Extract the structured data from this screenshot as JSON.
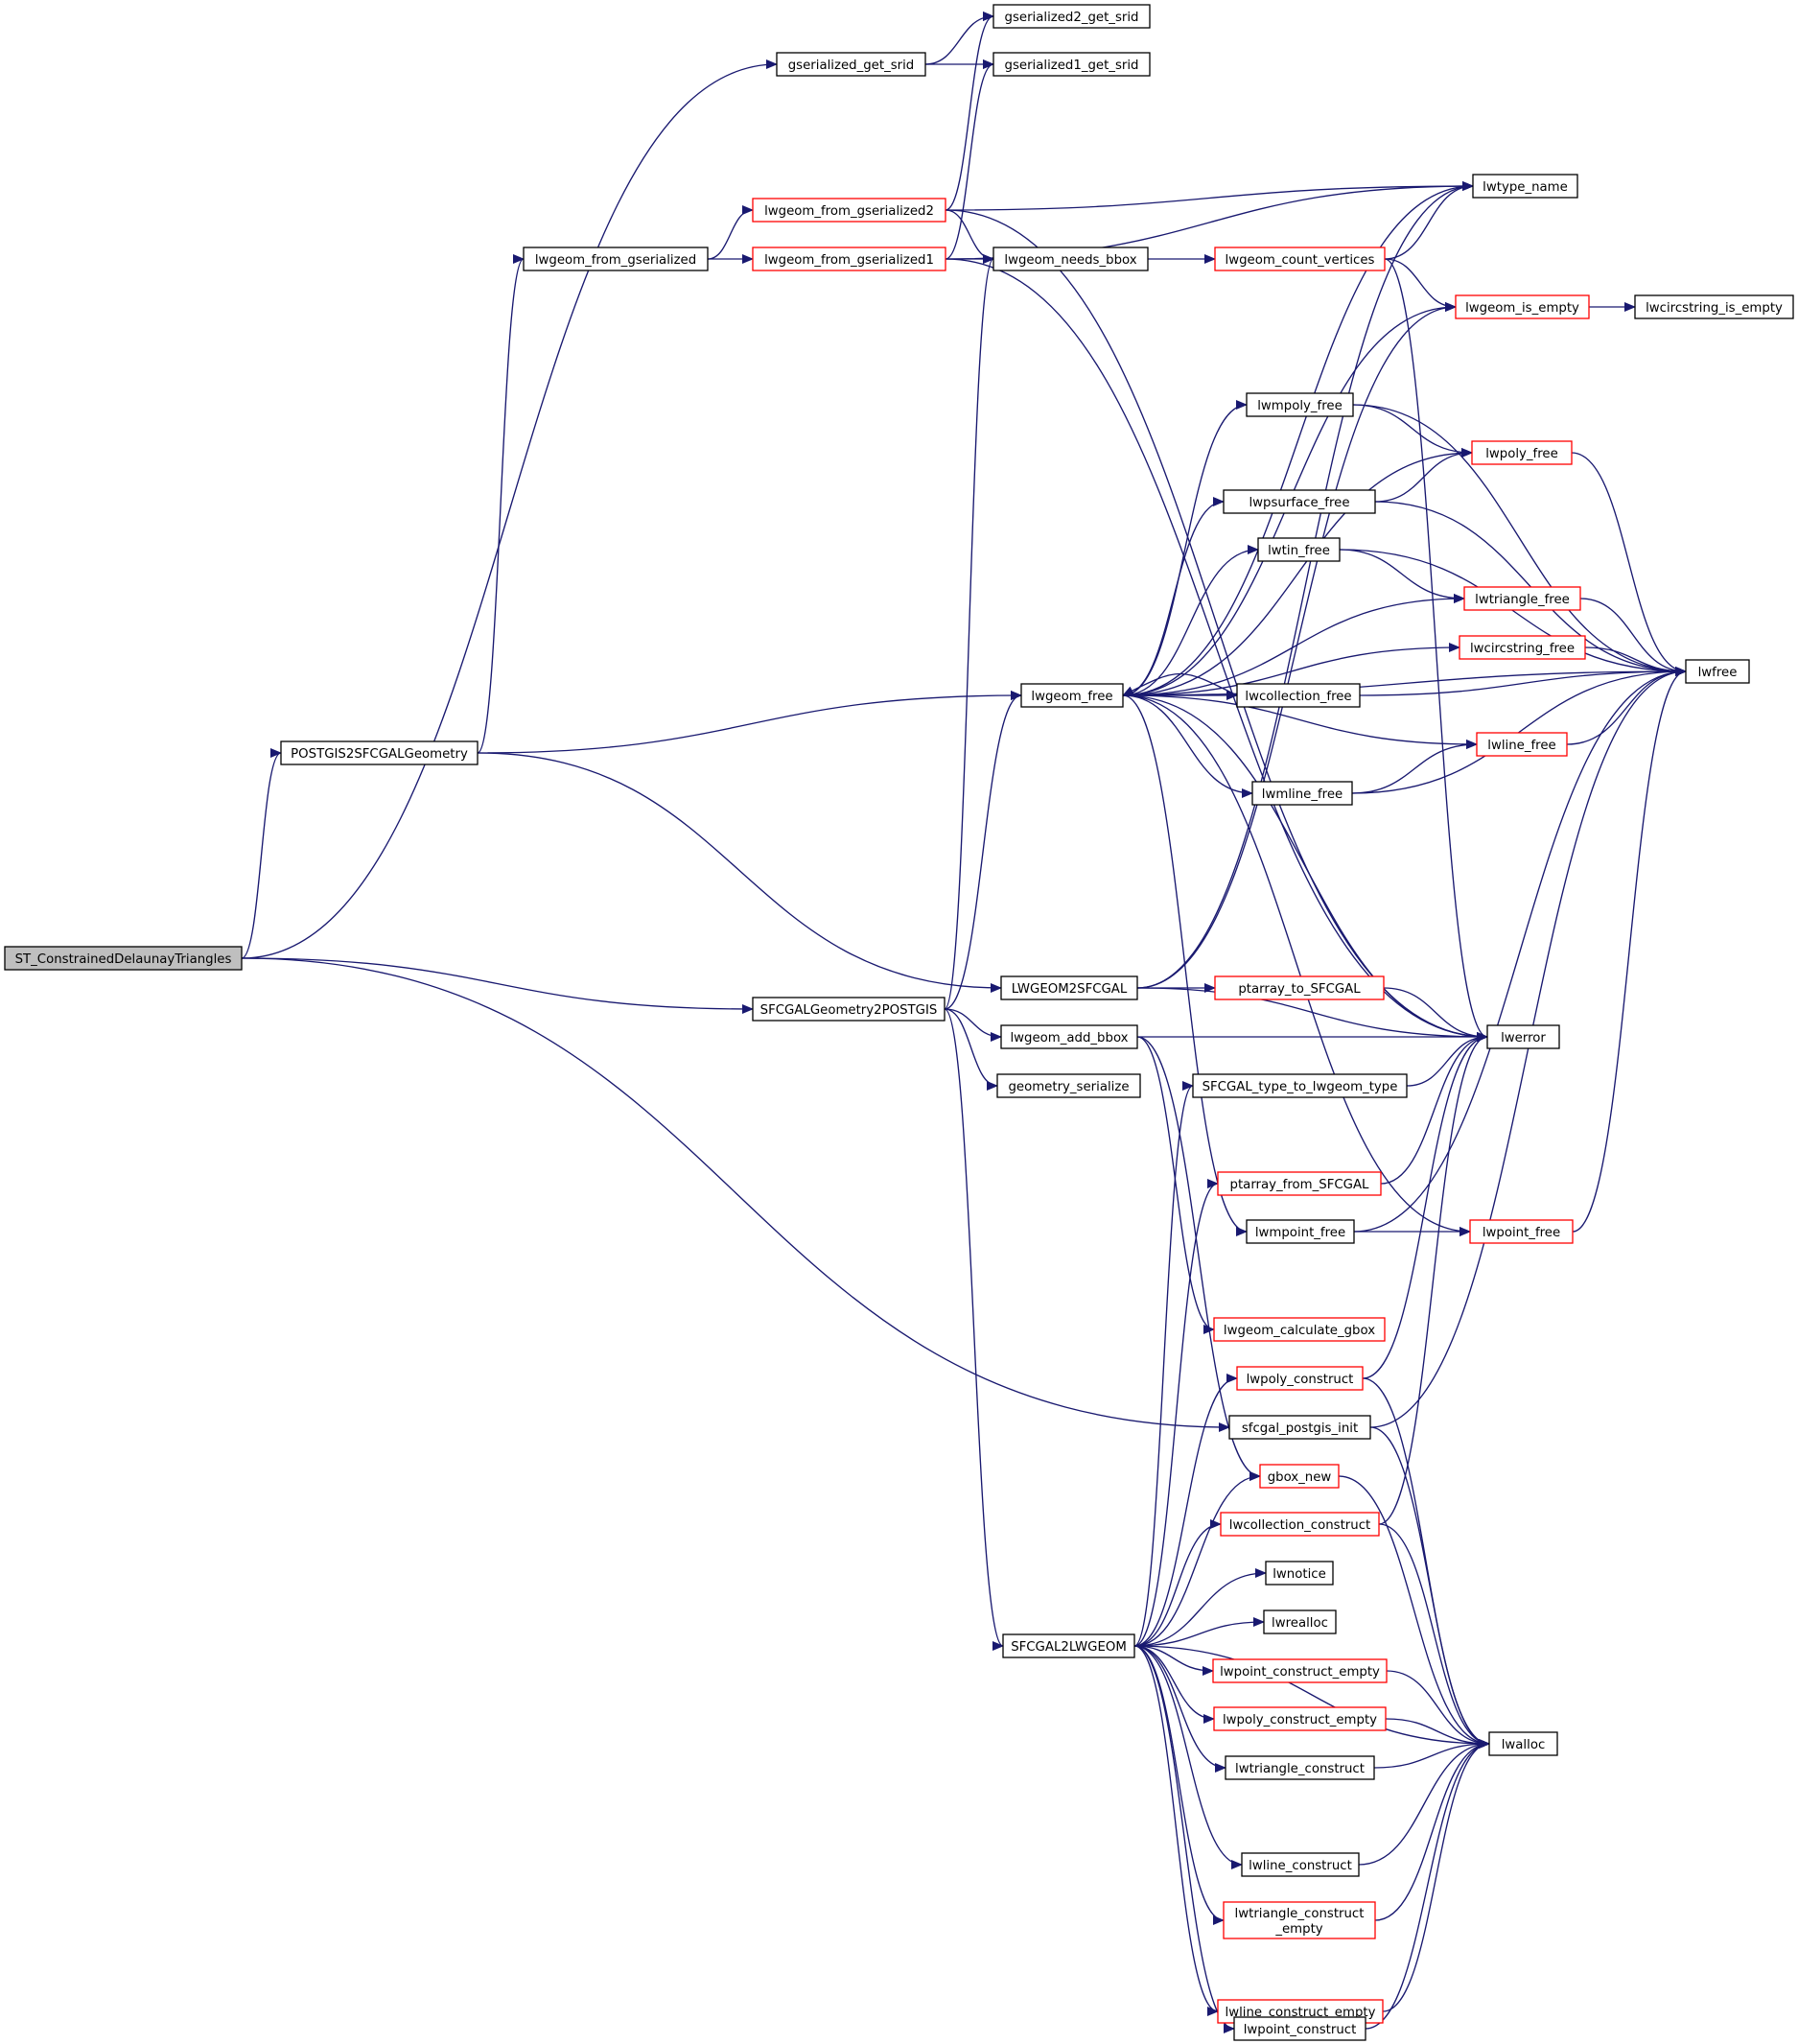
{
  "colors": {
    "edge": "#191970",
    "node_border": "#000000",
    "node_truncated_border": "#ff0000",
    "root_fill": "#bfbfbf",
    "node_fill": "#ffffff"
  },
  "nodes": [
    {
      "id": "root",
      "label": "ST_ConstrainedDelaunayTriangles",
      "kind": "root"
    },
    {
      "id": "gs_srid",
      "label": "gserialized_get_srid",
      "kind": "normal"
    },
    {
      "id": "gs2_srid",
      "label": "gserialized2_get_srid",
      "kind": "normal"
    },
    {
      "id": "gs1_srid",
      "label": "gserialized1_get_srid",
      "kind": "normal"
    },
    {
      "id": "lw_from_gs",
      "label": "lwgeom_from_gserialized",
      "kind": "normal"
    },
    {
      "id": "lw_from_gs2",
      "label": "lwgeom_from_gserialized2",
      "kind": "truncated"
    },
    {
      "id": "lw_from_gs1",
      "label": "lwgeom_from_gserialized1",
      "kind": "truncated"
    },
    {
      "id": "lwtype_name",
      "label": "lwtype_name",
      "kind": "normal"
    },
    {
      "id": "needs_bbox",
      "label": "lwgeom_needs_bbox",
      "kind": "normal"
    },
    {
      "id": "count_vert",
      "label": "lwgeom_count_vertices",
      "kind": "truncated"
    },
    {
      "id": "is_empty",
      "label": "lwgeom_is_empty",
      "kind": "truncated"
    },
    {
      "id": "circ_is_empty",
      "label": "lwcircstring_is_empty",
      "kind": "normal"
    },
    {
      "id": "mpoly_free",
      "label": "lwmpoly_free",
      "kind": "normal"
    },
    {
      "id": "poly_free",
      "label": "lwpoly_free",
      "kind": "truncated"
    },
    {
      "id": "psurf_free",
      "label": "lwpsurface_free",
      "kind": "normal"
    },
    {
      "id": "tin_free",
      "label": "lwtin_free",
      "kind": "normal"
    },
    {
      "id": "tri_free",
      "label": "lwtriangle_free",
      "kind": "truncated"
    },
    {
      "id": "circ_free",
      "label": "lwcircstring_free",
      "kind": "truncated"
    },
    {
      "id": "lwfree",
      "label": "lwfree",
      "kind": "normal"
    },
    {
      "id": "lwgeom_free",
      "label": "lwgeom_free",
      "kind": "normal"
    },
    {
      "id": "coll_free",
      "label": "lwcollection_free",
      "kind": "normal"
    },
    {
      "id": "p2s",
      "label": "POSTGIS2SFCGALGeometry",
      "kind": "normal"
    },
    {
      "id": "line_free",
      "label": "lwline_free",
      "kind": "truncated"
    },
    {
      "id": "mline_free",
      "label": "lwmline_free",
      "kind": "normal"
    },
    {
      "id": "lw2sf",
      "label": "LWGEOM2SFCGAL",
      "kind": "normal"
    },
    {
      "id": "pa2sf",
      "label": "ptarray_to_SFCGAL",
      "kind": "truncated"
    },
    {
      "id": "s2p",
      "label": "SFCGALGeometry2POSTGIS",
      "kind": "normal"
    },
    {
      "id": "add_bbox",
      "label": "lwgeom_add_bbox",
      "kind": "normal"
    },
    {
      "id": "lwerror",
      "label": "lwerror",
      "kind": "normal"
    },
    {
      "id": "geom_ser",
      "label": "geometry_serialize",
      "kind": "normal"
    },
    {
      "id": "sf_type",
      "label": "SFCGAL_type_to_lwgeom_type",
      "kind": "normal"
    },
    {
      "id": "pa_from_sf",
      "label": "ptarray_from_SFCGAL",
      "kind": "truncated"
    },
    {
      "id": "mpoint_free",
      "label": "lwmpoint_free",
      "kind": "normal"
    },
    {
      "id": "point_free",
      "label": "lwpoint_free",
      "kind": "truncated"
    },
    {
      "id": "calc_gbox",
      "label": "lwgeom_calculate_gbox",
      "kind": "truncated"
    },
    {
      "id": "poly_cons",
      "label": "lwpoly_construct",
      "kind": "truncated"
    },
    {
      "id": "sf_init",
      "label": "sfcgal_postgis_init",
      "kind": "normal"
    },
    {
      "id": "gbox_new",
      "label": "gbox_new",
      "kind": "truncated"
    },
    {
      "id": "coll_cons",
      "label": "lwcollection_construct",
      "kind": "truncated"
    },
    {
      "id": "lwnotice",
      "label": "lwnotice",
      "kind": "normal"
    },
    {
      "id": "lwrealloc",
      "label": "lwrealloc",
      "kind": "normal"
    },
    {
      "id": "sf2lw",
      "label": "SFCGAL2LWGEOM",
      "kind": "normal"
    },
    {
      "id": "point_ce",
      "label": "lwpoint_construct_empty",
      "kind": "truncated"
    },
    {
      "id": "poly_ce",
      "label": "lwpoly_construct_empty",
      "kind": "truncated"
    },
    {
      "id": "lwalloc",
      "label": "lwalloc",
      "kind": "normal"
    },
    {
      "id": "tri_cons",
      "label": "lwtriangle_construct",
      "kind": "normal"
    },
    {
      "id": "line_cons",
      "label": "lwline_construct",
      "kind": "normal"
    },
    {
      "id": "tri_ce",
      "label": "lwtriangle_construct\n_empty",
      "kind": "truncated"
    },
    {
      "id": "line_ce",
      "label": "lwline_construct_empty",
      "kind": "truncated"
    },
    {
      "id": "point_cons",
      "label": "lwpoint_construct",
      "kind": "normal"
    }
  ],
  "edges": [
    [
      "root",
      "gs_srid"
    ],
    [
      "root",
      "p2s"
    ],
    [
      "root",
      "s2p"
    ],
    [
      "root",
      "sf_init"
    ],
    [
      "gs_srid",
      "gs2_srid"
    ],
    [
      "gs_srid",
      "gs1_srid"
    ],
    [
      "lw_from_gs",
      "lw_from_gs2"
    ],
    [
      "lw_from_gs",
      "lw_from_gs1"
    ],
    [
      "lw_from_gs2",
      "gs2_srid"
    ],
    [
      "lw_from_gs2",
      "lwtype_name"
    ],
    [
      "lw_from_gs2",
      "needs_bbox"
    ],
    [
      "lw_from_gs2",
      "lwerror"
    ],
    [
      "lw_from_gs1",
      "gs1_srid"
    ],
    [
      "lw_from_gs1",
      "lwtype_name"
    ],
    [
      "lw_from_gs1",
      "needs_bbox"
    ],
    [
      "lw_from_gs1",
      "lwerror"
    ],
    [
      "needs_bbox",
      "count_vert"
    ],
    [
      "count_vert",
      "lwtype_name"
    ],
    [
      "count_vert",
      "is_empty"
    ],
    [
      "count_vert",
      "lwerror"
    ],
    [
      "is_empty",
      "circ_is_empty"
    ],
    [
      "mpoly_free",
      "poly_free"
    ],
    [
      "mpoly_free",
      "lwfree"
    ],
    [
      "poly_free",
      "lwfree"
    ],
    [
      "psurf_free",
      "poly_free"
    ],
    [
      "psurf_free",
      "lwfree"
    ],
    [
      "tin_free",
      "tri_free"
    ],
    [
      "tin_free",
      "lwfree"
    ],
    [
      "tri_free",
      "lwfree"
    ],
    [
      "circ_free",
      "lwfree"
    ],
    [
      "coll_free",
      "lwfree"
    ],
    [
      "coll_free",
      "lwgeom_free"
    ],
    [
      "line_free",
      "lwfree"
    ],
    [
      "mline_free",
      "line_free"
    ],
    [
      "mline_free",
      "lwfree"
    ],
    [
      "p2s",
      "lw_from_gs"
    ],
    [
      "p2s",
      "lwgeom_free"
    ],
    [
      "p2s",
      "lw2sf"
    ],
    [
      "lwgeom_free",
      "mpoly_free"
    ],
    [
      "lwgeom_free",
      "poly_free"
    ],
    [
      "lwgeom_free",
      "psurf_free"
    ],
    [
      "lwgeom_free",
      "tin_free"
    ],
    [
      "lwgeom_free",
      "tri_free"
    ],
    [
      "lwgeom_free",
      "circ_free"
    ],
    [
      "lwgeom_free",
      "coll_free"
    ],
    [
      "lwgeom_free",
      "line_free"
    ],
    [
      "lwgeom_free",
      "mline_free"
    ],
    [
      "lwgeom_free",
      "lwerror"
    ],
    [
      "lwgeom_free",
      "mpoint_free"
    ],
    [
      "lwgeom_free",
      "point_free"
    ],
    [
      "lwgeom_free",
      "lwfree"
    ],
    [
      "lwgeom_free",
      "is_empty"
    ],
    [
      "lwgeom_free",
      "lwtype_name"
    ],
    [
      "lw2sf",
      "lwtype_name"
    ],
    [
      "lw2sf",
      "pa2sf"
    ],
    [
      "lw2sf",
      "lwerror"
    ],
    [
      "lw2sf",
      "is_empty"
    ],
    [
      "pa2sf",
      "lwerror"
    ],
    [
      "s2p",
      "needs_bbox"
    ],
    [
      "s2p",
      "lwgeom_free"
    ],
    [
      "s2p",
      "add_bbox"
    ],
    [
      "s2p",
      "geom_ser"
    ],
    [
      "s2p",
      "sf2lw"
    ],
    [
      "add_bbox",
      "lwerror"
    ],
    [
      "add_bbox",
      "calc_gbox"
    ],
    [
      "add_bbox",
      "gbox_new"
    ],
    [
      "sf_type",
      "lwerror"
    ],
    [
      "pa_from_sf",
      "lwerror"
    ],
    [
      "mpoint_free",
      "point_free"
    ],
    [
      "mpoint_free",
      "lwfree"
    ],
    [
      "point_free",
      "lwfree"
    ],
    [
      "poly_cons",
      "lwerror"
    ],
    [
      "poly_cons",
      "lwalloc"
    ],
    [
      "sf_init",
      "lwfree"
    ],
    [
      "sf_init",
      "lwalloc"
    ],
    [
      "gbox_new",
      "lwalloc"
    ],
    [
      "coll_cons",
      "lwerror"
    ],
    [
      "coll_cons",
      "lwalloc"
    ],
    [
      "sf2lw",
      "sf_type"
    ],
    [
      "sf2lw",
      "pa_from_sf"
    ],
    [
      "sf2lw",
      "poly_cons"
    ],
    [
      "sf2lw",
      "gbox_new"
    ],
    [
      "sf2lw",
      "coll_cons"
    ],
    [
      "sf2lw",
      "lwnotice"
    ],
    [
      "sf2lw",
      "lwrealloc"
    ],
    [
      "sf2lw",
      "point_ce"
    ],
    [
      "sf2lw",
      "poly_ce"
    ],
    [
      "sf2lw",
      "tri_cons"
    ],
    [
      "sf2lw",
      "lwalloc"
    ],
    [
      "sf2lw",
      "line_cons"
    ],
    [
      "sf2lw",
      "tri_ce"
    ],
    [
      "sf2lw",
      "line_ce"
    ],
    [
      "sf2lw",
      "point_cons"
    ],
    [
      "point_ce",
      "lwalloc"
    ],
    [
      "poly_ce",
      "lwalloc"
    ],
    [
      "tri_cons",
      "lwalloc"
    ],
    [
      "line_cons",
      "lwalloc"
    ],
    [
      "tri_ce",
      "lwalloc"
    ],
    [
      "line_ce",
      "lwalloc"
    ],
    [
      "point_cons",
      "lwalloc"
    ]
  ]
}
